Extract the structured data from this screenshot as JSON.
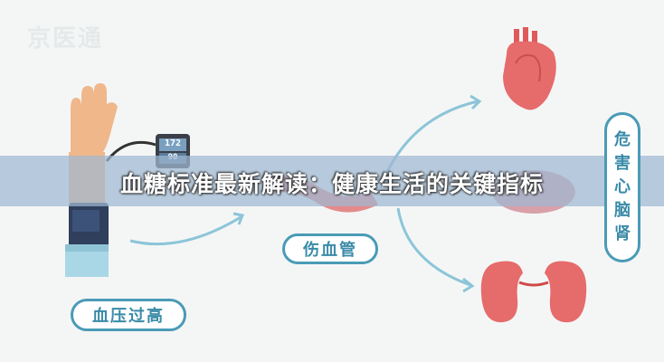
{
  "watermark": "京医通",
  "banner": {
    "title": "血糖标准最新解读：健康生活的关键指标"
  },
  "labels": {
    "high_bp": "血压过高",
    "vessel_damage": "伤血管",
    "danger_chars": [
      "危",
      "害",
      "心",
      "脑",
      "肾"
    ]
  },
  "meter": {
    "top_reading": "172",
    "bottom_reading": "90"
  },
  "colors": {
    "accent": "#4a9bb6",
    "organ": "#e06a6a",
    "banner": "#a0b9d2"
  }
}
